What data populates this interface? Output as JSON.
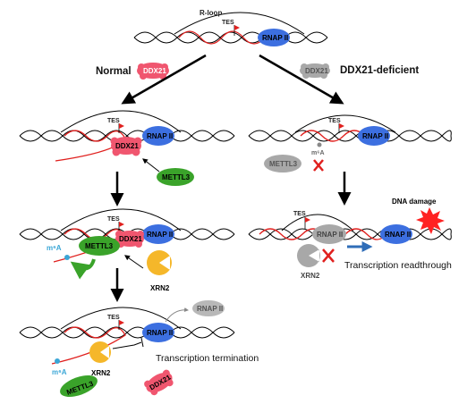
{
  "labels": {
    "r_loop": "R-loop",
    "tes": "TES",
    "rnap": "RNAP II",
    "ddx21": "DDX21",
    "mettl3": "METTL3",
    "xrn2": "XRN2",
    "m6a": "m⁶A",
    "normal": "Normal",
    "ddx21_deficient": "DDX21-deficient",
    "dna_damage": "DNA damage",
    "readthrough": "Transcription readthrough",
    "termination": "Transcription termination"
  },
  "colors": {
    "rnap_blue": "#3c6fe0",
    "ddx21_pink": "#f0566f",
    "mettl3_green": "#3aa32a",
    "xrn2_yellow": "#f5b72a",
    "inactive_gray": "#a8a8a8",
    "rna_red": "#e0201e",
    "m6a_blue": "#3aa6d6",
    "damage_red": "#ff2222",
    "arrow_blue": "#2f6db8"
  }
}
